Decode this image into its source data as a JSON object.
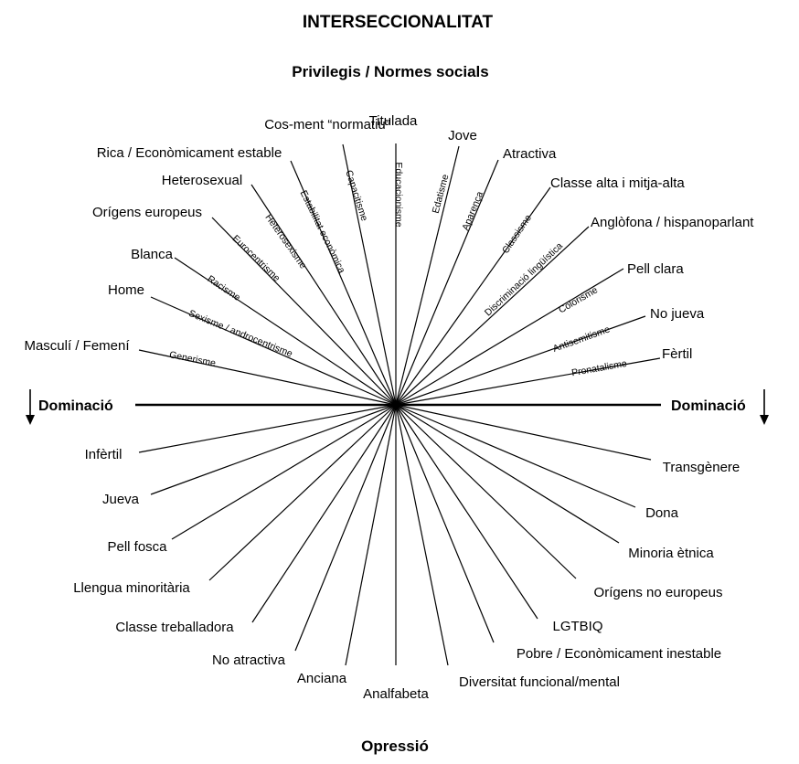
{
  "title": "INTERSECCIONALITAT",
  "top_label": "Privilegis / Normes socials",
  "bottom_label": "Opressió",
  "left_label": "Dominació",
  "right_label": "Dominació",
  "privileges": [
    "Titulada",
    "Jove",
    "Atractiva",
    "Classe alta i mitja-alta",
    "Anglòfona / hispanoparlant",
    "Pell clara",
    "No jueva",
    "Fèrtil",
    "Cos-ment “normatiu”",
    "Rica / Econòmicament estable",
    "Heterosexual",
    "Orígens europeus",
    "Blanca",
    "Home",
    "Masculí / Femení"
  ],
  "isms": [
    "Educacionisme",
    "Edatisme",
    "Aparença",
    "Classisme",
    "Discriminació lingüística",
    "Colorisme",
    "Antisemitisme",
    "Pronatalisme",
    "Capacitisme",
    "Estabilitat econòmica",
    "Heterosexisme",
    "Eurocentrisme",
    "Racisme",
    "Sexisme / androcentrisme",
    "Generisme"
  ],
  "oppressions": [
    "Analfabeta",
    "Anciana",
    "No atractiva",
    "Classe treballadora",
    "Llengua minoritària",
    "Pell fosca",
    "Jueva",
    "Infèrtil",
    "Diversitat funcional/mental",
    "Pobre / Econòmicament inestable",
    "LGTBIQ",
    "Orígens no europeus",
    "Minoria ètnica",
    "Dona",
    "Transgènere"
  ]
}
